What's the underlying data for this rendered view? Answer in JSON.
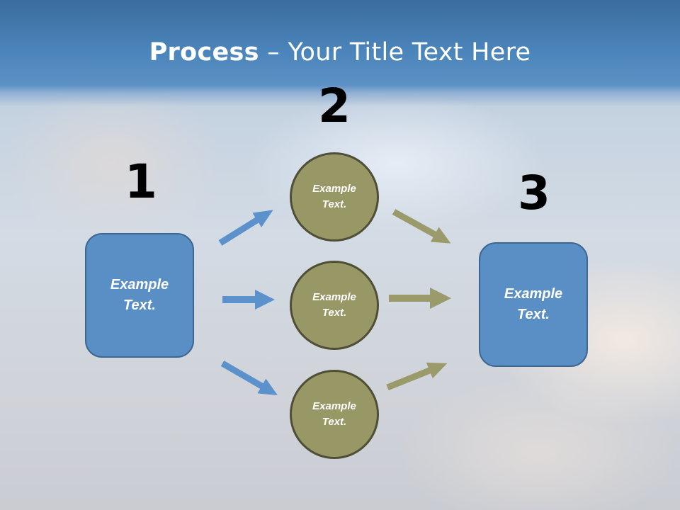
{
  "title": {
    "bold": "Process",
    "rest": " – Your Title Text Here"
  },
  "steps": [
    {
      "number": "1"
    },
    {
      "number": "2"
    },
    {
      "number": "3"
    }
  ],
  "left_box": {
    "line1": "Example",
    "line2": "Text."
  },
  "circles": [
    {
      "line1": "Example",
      "line2": "Text."
    },
    {
      "line1": "Example",
      "line2": "Text."
    },
    {
      "line1": "Example",
      "line2": "Text."
    }
  ],
  "right_box": {
    "line1": "Example",
    "line2": "Text."
  },
  "colors": {
    "blue_shape": "#5a8fc5",
    "olive_shape": "#989866",
    "blue_arrow": "#5b92cc",
    "olive_arrow": "#9a9a6a"
  }
}
